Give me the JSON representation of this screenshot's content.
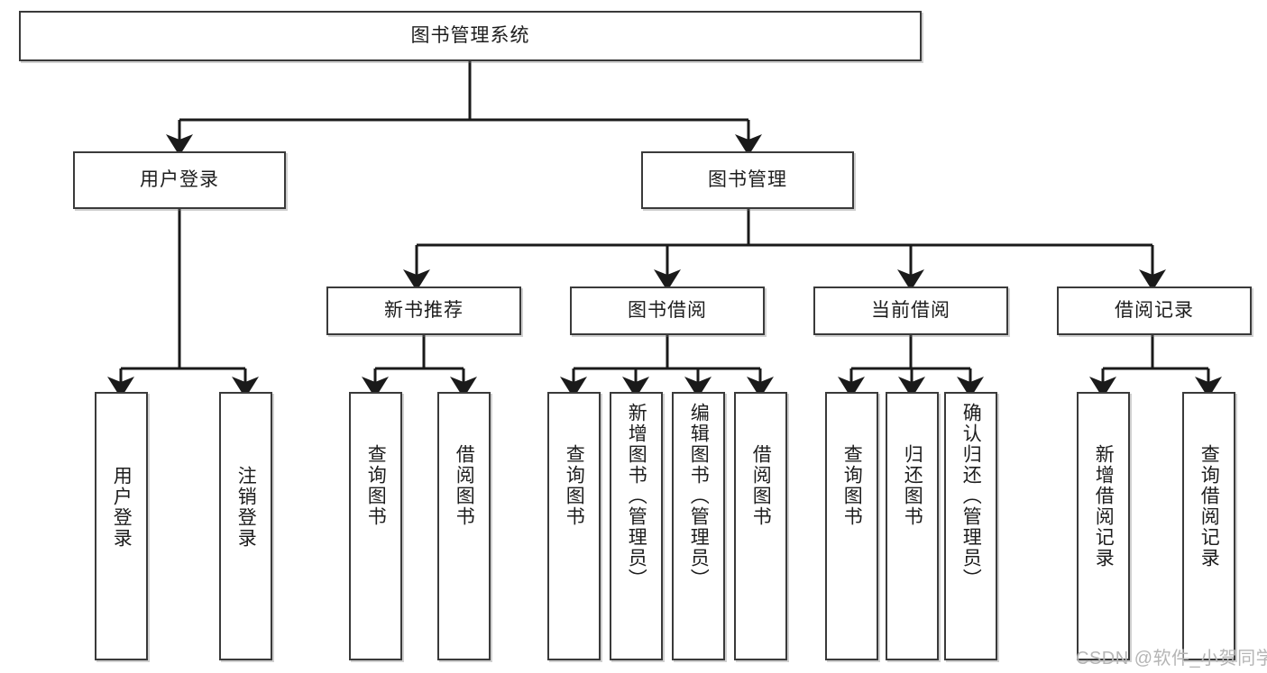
{
  "diagram": {
    "type": "tree-hierarchy",
    "title": "图书管理系统",
    "watermark": "CSDN @软件_小贺同学",
    "colors": {
      "box_border": "#3a3a3a",
      "box_fill": "#ffffff",
      "edge": "#1a1a1a",
      "text": "#1d1d1d",
      "watermark": "#b5b5b5"
    },
    "nodes": {
      "root": {
        "label": "图书管理系统",
        "level": 0,
        "orientation": "horizontal"
      },
      "l1": [
        {
          "id": "user_login",
          "label": "用户登录",
          "orientation": "horizontal"
        },
        {
          "id": "book_manage",
          "label": "图书管理",
          "orientation": "horizontal"
        }
      ],
      "l2": [
        {
          "id": "new_book_rec",
          "label": "新书推荐",
          "orientation": "horizontal",
          "parent": "book_manage"
        },
        {
          "id": "book_borrow",
          "label": "图书借阅",
          "orientation": "horizontal",
          "parent": "book_manage"
        },
        {
          "id": "current_borrow",
          "label": "当前借阅",
          "orientation": "horizontal",
          "parent": "book_manage"
        },
        {
          "id": "borrow_record",
          "label": "借阅记录",
          "orientation": "horizontal",
          "parent": "book_manage"
        }
      ],
      "leaves": [
        {
          "id": "leaf_user_login",
          "label": "用户登录",
          "parent": "user_login",
          "orientation": "vertical"
        },
        {
          "id": "leaf_user_logout",
          "label": "注销登录",
          "parent": "user_login",
          "orientation": "vertical"
        },
        {
          "id": "leaf_query_book_1",
          "label": "查询图书",
          "parent": "new_book_rec",
          "orientation": "vertical"
        },
        {
          "id": "leaf_borrow_book_1",
          "label": "借阅图书",
          "parent": "new_book_rec",
          "orientation": "vertical"
        },
        {
          "id": "leaf_query_book_2",
          "label": "查询图书",
          "parent": "book_borrow",
          "orientation": "vertical"
        },
        {
          "id": "leaf_add_book",
          "label": "新增图书（管理员）",
          "parent": "book_borrow",
          "orientation": "vertical"
        },
        {
          "id": "leaf_edit_book",
          "label": "编辑图书（管理员）",
          "parent": "book_borrow",
          "orientation": "vertical"
        },
        {
          "id": "leaf_borrow_book_2",
          "label": "借阅图书",
          "parent": "book_borrow",
          "orientation": "vertical"
        },
        {
          "id": "leaf_query_book_3",
          "label": "查询图书",
          "parent": "current_borrow",
          "orientation": "vertical"
        },
        {
          "id": "leaf_return_book",
          "label": "归还图书",
          "parent": "current_borrow",
          "orientation": "vertical"
        },
        {
          "id": "leaf_confirm_return",
          "label": "确认归还（管理员）",
          "parent": "current_borrow",
          "orientation": "vertical"
        },
        {
          "id": "leaf_add_record",
          "label": "新增借阅记录",
          "parent": "borrow_record",
          "orientation": "vertical"
        },
        {
          "id": "leaf_query_record",
          "label": "查询借阅记录",
          "parent": "borrow_record",
          "orientation": "vertical"
        }
      ]
    }
  }
}
